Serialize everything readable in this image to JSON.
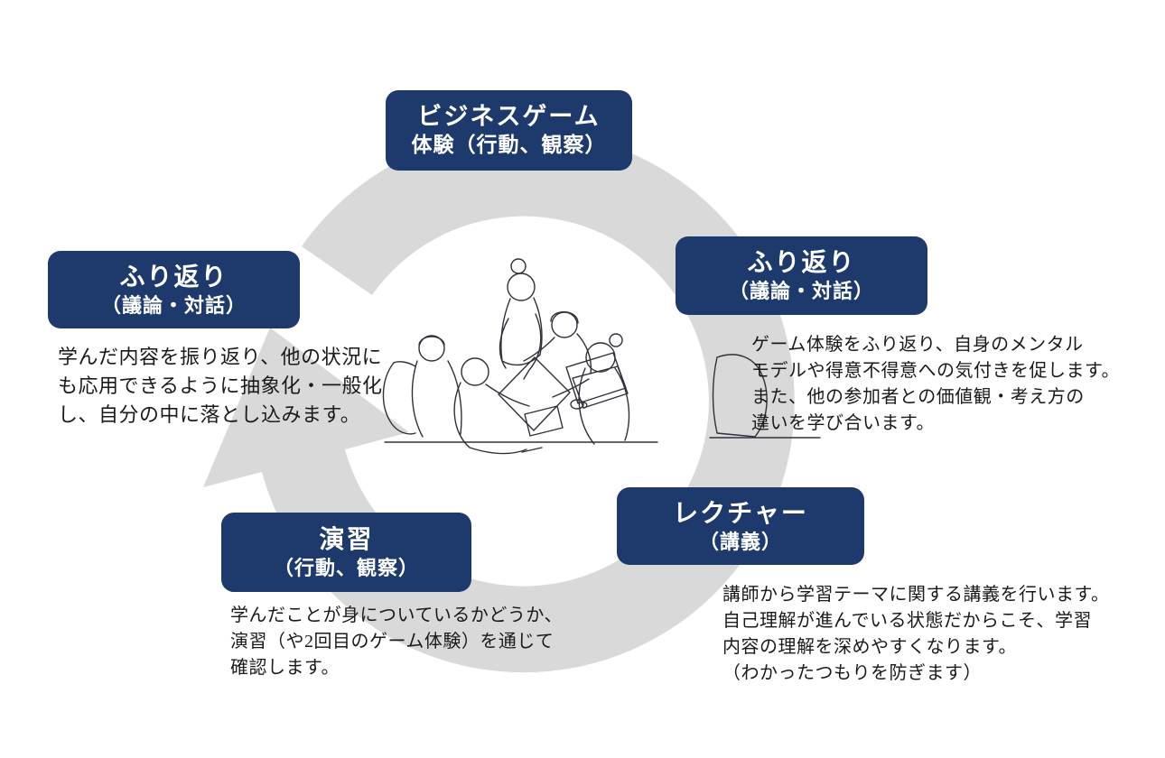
{
  "diagram": {
    "kind": "learning-cycle",
    "colors": {
      "node_background": "#1e3a6c",
      "node_text": "#ffffff",
      "cycle_arrow": "#d9d9d9",
      "body_text": "#1a1a1a",
      "illustration_stroke": "#30303a"
    },
    "icons": {
      "cycle_arrow": "circular-cycle-arrow-clockwise",
      "center_illustration": "five-people-discussing-around-table-line-art"
    },
    "nodes": {
      "top": {
        "title": "ビジネスゲーム",
        "subtitle": "体験（行動、観察）"
      },
      "right": {
        "title": "ふり返り",
        "subtitle": "（議論・対話）",
        "desc": [
          "ゲーム体験をふり返り、自身のメンタル",
          "モデルや得意不得意への気付きを促します。",
          "また、他の参加者との価値観・考え方の",
          "違いを学び合います。"
        ]
      },
      "bottom_right": {
        "title": "レクチャー",
        "subtitle": "（講義）",
        "desc": [
          "講師から学習テーマに関する講義を行います。",
          "自己理解が進んでいる状態だからこそ、学習",
          "内容の理解を深めやすくなります。",
          "（わかったつもりを防ぎます）"
        ]
      },
      "bottom_left": {
        "title": "演習",
        "subtitle": "（行動、観察）",
        "desc": [
          "学んだことが身についているかどうか、",
          "演習（や2回目のゲーム体験）を通じて",
          "確認します。"
        ]
      },
      "left": {
        "title": "ふり返り",
        "subtitle": "（議論・対話）",
        "desc": [
          "学んだ内容を振り返り、他の状況に",
          "も応用できるように抽象化・一般化",
          "し、自分の中に落とし込みます。"
        ]
      }
    }
  }
}
